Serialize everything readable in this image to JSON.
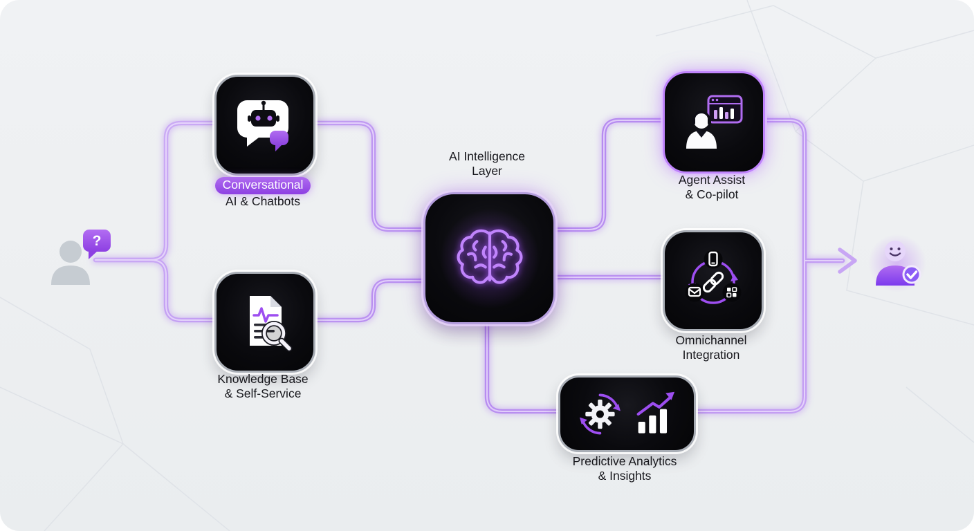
{
  "diagram": {
    "ai_layer": {
      "line1": "AI Intelligence",
      "line2": "Layer"
    },
    "nodes": {
      "conversational": {
        "highlight": "Conversational",
        "line2": "AI & Chatbots",
        "icon": "chatbot-icon"
      },
      "knowledge": {
        "line1": "Knowledge Base",
        "line2": "& Self-Service",
        "icon": "document-search-icon"
      },
      "agent_assist": {
        "line1": "Agent Assist",
        "line2": "& Co-pilot",
        "icon": "agent-headset-icon"
      },
      "omnichannel": {
        "line1": "Omnichannel",
        "line2": "Integration",
        "icon": "channels-link-icon"
      },
      "predictive": {
        "line1": "Predictive Analytics",
        "line2": "& Insights",
        "icon": "gear-chart-icon"
      }
    },
    "user_input": {
      "bubble_text": "?",
      "icon": "user-question-icon"
    },
    "user_output": {
      "icon": "happy-user-check-icon"
    },
    "colors": {
      "background": "#edeff1",
      "node_background": "#07070a",
      "accent": "#a855f7",
      "accent_light": "#c9a2f2",
      "connector": "#b88ef2",
      "text": "#17171c",
      "border_gray": "#a9aeb6",
      "check_badge": "#8b5cf6"
    }
  }
}
